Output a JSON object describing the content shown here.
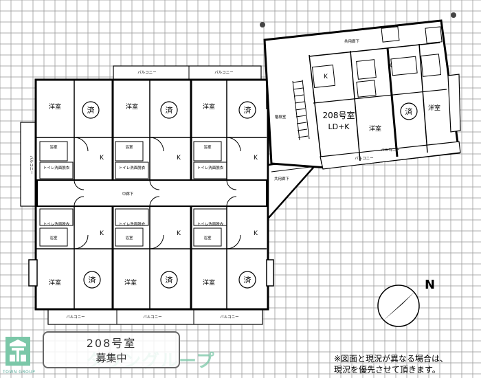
{
  "plan": {
    "room_western": "洋室",
    "room_k": "K",
    "sold_mark": "済",
    "balcony": "バルコニー",
    "hallway": "中廊下",
    "stairs": "階段室",
    "outer_hall": "共用廊下",
    "bath": "浴室",
    "toilet": "トイレ",
    "washroom": "トイレ洗面脱衣",
    "target_room": "208号室",
    "target_layout": "LD+K",
    "north": "N"
  },
  "stamp": {
    "line1": "208号室",
    "line2": "募集中"
  },
  "brand": {
    "name": "タウングループ",
    "logo_text": "TOWN GROUP"
  },
  "note": {
    "line1": "※図面と現況が異なる場合は、",
    "line2": "現況を優先させて頂きます。"
  },
  "colors": {
    "line": "#000000",
    "grid": "#999999",
    "brand": "#7bc7a8"
  }
}
